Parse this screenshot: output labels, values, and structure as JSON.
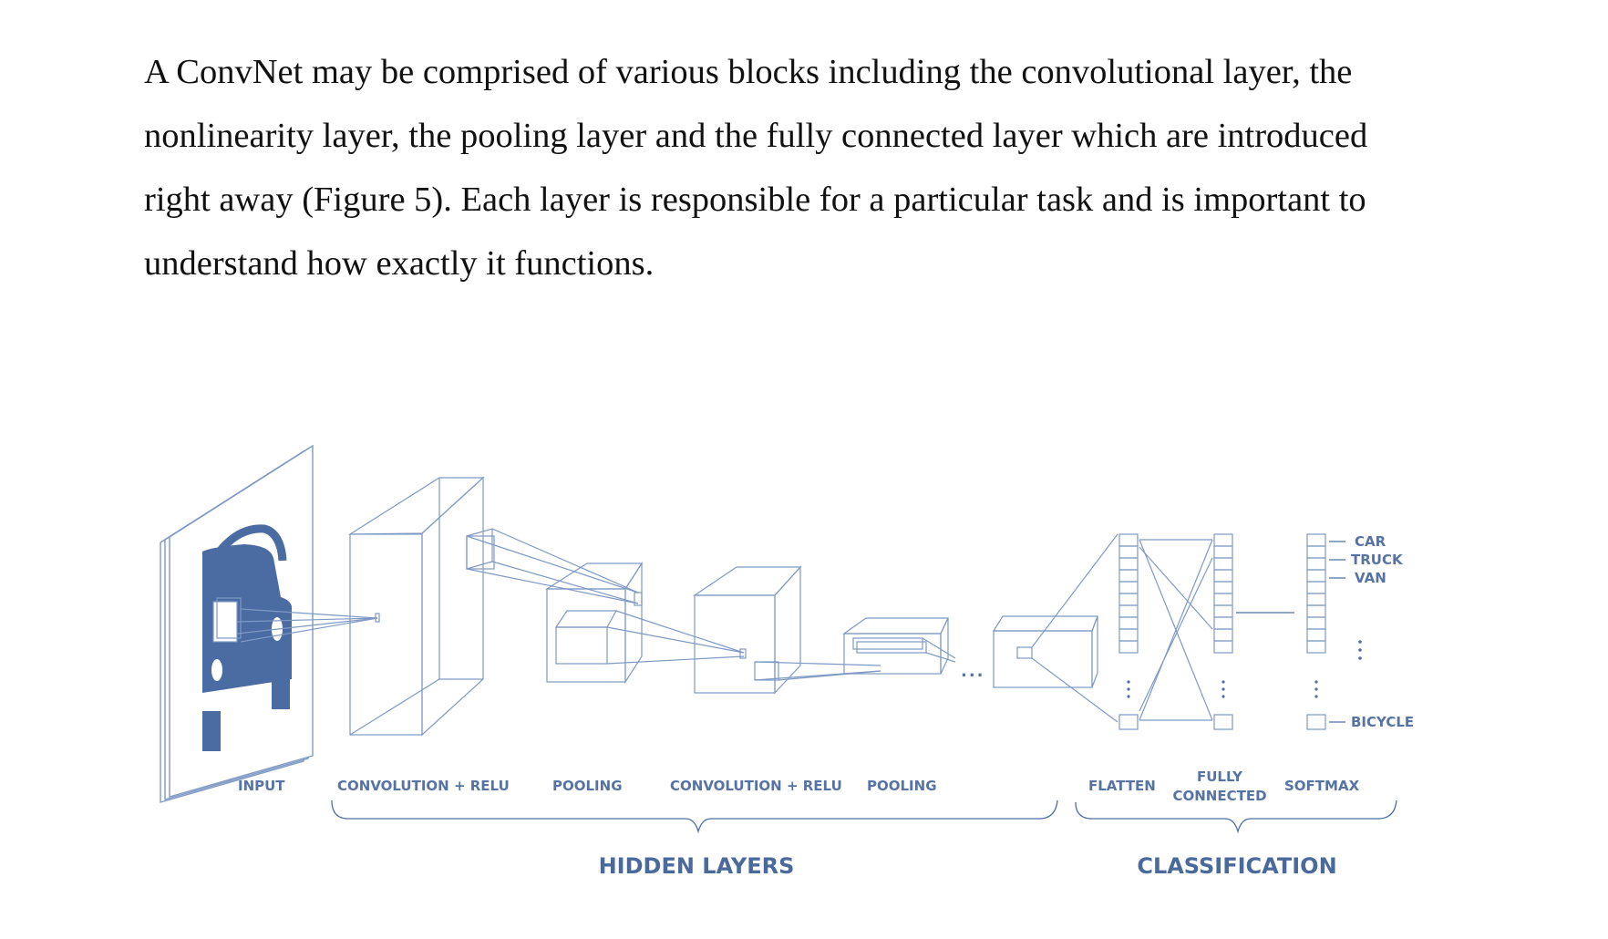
{
  "paragraph": {
    "lines": [
      "A ConvNet may be comprised of various blocks including the convolutional layer, the",
      "nonlinearity layer, the pooling layer and the fully connected layer which are introduced",
      "right away (Figure 5). Each layer is responsible for a particular task and is important to",
      "understand how exactly it functions."
    ]
  },
  "figure": {
    "stage_labels": {
      "input": "INPUT",
      "conv1": "CONVOLUTION + RELU",
      "pool1": "POOLING",
      "conv2": "CONVOLUTION + RELU",
      "pool2": "POOLING",
      "flatten": "FLATTEN",
      "fc_line1": "FULLY",
      "fc_line2": "CONNECTED",
      "softmax": "SOFTMAX"
    },
    "group_labels": {
      "hidden": "HIDDEN LAYERS",
      "classification": "CLASSIFICATION"
    },
    "outputs": [
      "CAR",
      "TRUCK",
      "VAN",
      "BICYCLE"
    ],
    "ellipsis": "...",
    "colors": {
      "line": "#7e99c4",
      "label": "#5673a3",
      "car": "#4a6ca3"
    }
  }
}
